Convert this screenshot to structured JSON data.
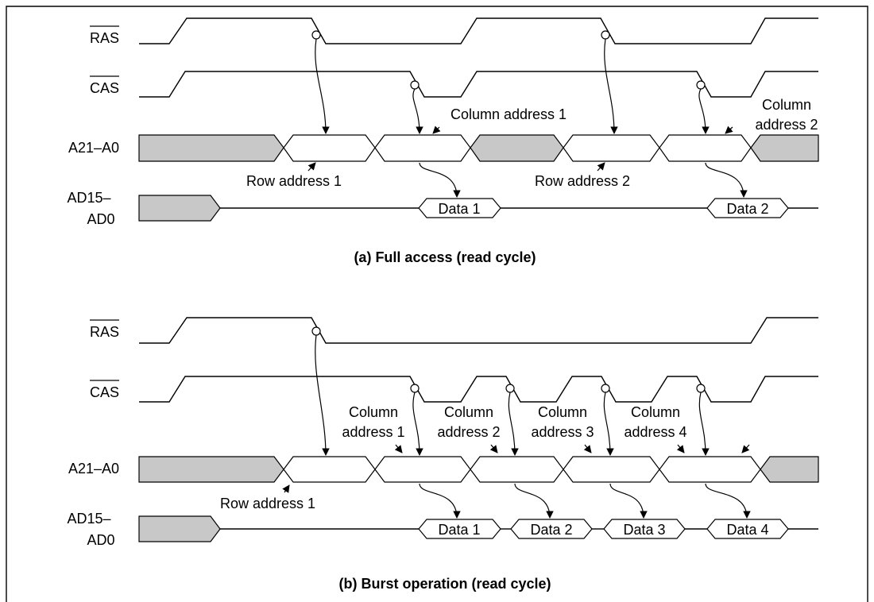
{
  "diagram": {
    "panels": [
      {
        "caption": "(a)  Full access (read cycle)",
        "signals": {
          "ras": "RAS",
          "cas": "CAS",
          "addr": "A21–A0",
          "data_line1": "AD15–",
          "data_line2": "AD0"
        },
        "address_labels": [
          "Row address 1",
          "Column address 1",
          "Row address 2",
          "Column",
          "address 2"
        ],
        "data_labels": [
          "Data 1",
          "Data 2"
        ]
      },
      {
        "caption": "(b)  Burst operation (read cycle)",
        "signals": {
          "ras": "RAS",
          "cas": "CAS",
          "addr": "A21–A0",
          "data_line1": "AD15–",
          "data_line2": "AD0"
        },
        "address_labels": [
          "Row address 1",
          "Column",
          "address 1",
          "Column",
          "address 2",
          "Column",
          "address 3",
          "Column",
          "address 4"
        ],
        "data_labels": [
          "Data 1",
          "Data 2",
          "Data 3",
          "Data 4"
        ]
      }
    ]
  }
}
